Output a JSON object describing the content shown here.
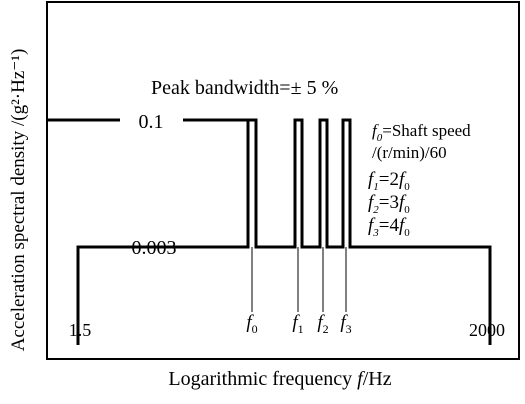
{
  "chart_data": {
    "type": "line",
    "ylabel": "Acceleration spectral density /(g²·Hz⁻¹)",
    "xlabel": "Logarithmic frequency f/Hz",
    "annotation": "Peak bandwidth=± 5 %",
    "x_scale": "log",
    "xlim": [
      1.5,
      2000
    ],
    "baseline_level": 0.003,
    "peak_level": 0.1,
    "baseline_label": "0.003",
    "peak_label": "0.1",
    "x_tick_labels": [
      "1.5",
      "2000"
    ],
    "peaks": [
      {
        "name": "f₀",
        "base": "f",
        "sub": "0"
      },
      {
        "name": "f₁",
        "base": "f",
        "sub": "1"
      },
      {
        "name": "f₂",
        "base": "f",
        "sub": "2"
      },
      {
        "name": "f₃",
        "base": "f",
        "sub": "3"
      }
    ],
    "legend": [
      {
        "lhs": "f",
        "lhs_sub": "0",
        "rhs": "=Shaft speed"
      },
      {
        "lhs": "",
        "lhs_sub": "",
        "rhs": "/(r/min)/60"
      },
      {
        "lhs": "f",
        "lhs_sub": "1",
        "rhs": "=2f",
        "rhs_sub": "0"
      },
      {
        "lhs": "f",
        "lhs_sub": "2",
        "rhs": "=3f",
        "rhs_sub": "0"
      },
      {
        "lhs": "f",
        "lhs_sub": "3",
        "rhs": "=4f",
        "rhs_sub": "0"
      }
    ],
    "grid": false
  }
}
